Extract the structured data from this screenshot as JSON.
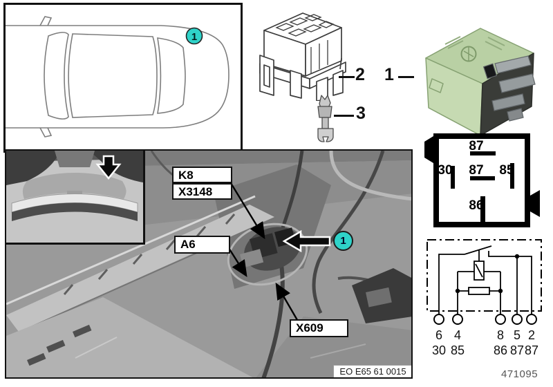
{
  "car_panel": {
    "marker_label": "1"
  },
  "illustrations": {
    "relay_callout": "1",
    "socket_callout": "2",
    "terminal_callout": "3"
  },
  "pin_diagram": {
    "pin_top": "87",
    "pin_left": "30",
    "pin_center": "87",
    "pin_right": "85",
    "pin_bottom": "86"
  },
  "schematic": {
    "pin_numbers": [
      "6",
      "4",
      "8",
      "5",
      "2"
    ],
    "terminal_labels": [
      "30",
      "85",
      "86",
      "87",
      "87"
    ]
  },
  "photo": {
    "marker_label": "1",
    "label_k8": "K8",
    "label_x3148": "X3148",
    "label_a6": "A6",
    "label_x609": "X609",
    "caption": "EO E65 61 0015"
  },
  "footer": {
    "document_number": "471095"
  },
  "colors": {
    "marker": "#2fd3c9",
    "relay_body": "#b9d0a4"
  }
}
